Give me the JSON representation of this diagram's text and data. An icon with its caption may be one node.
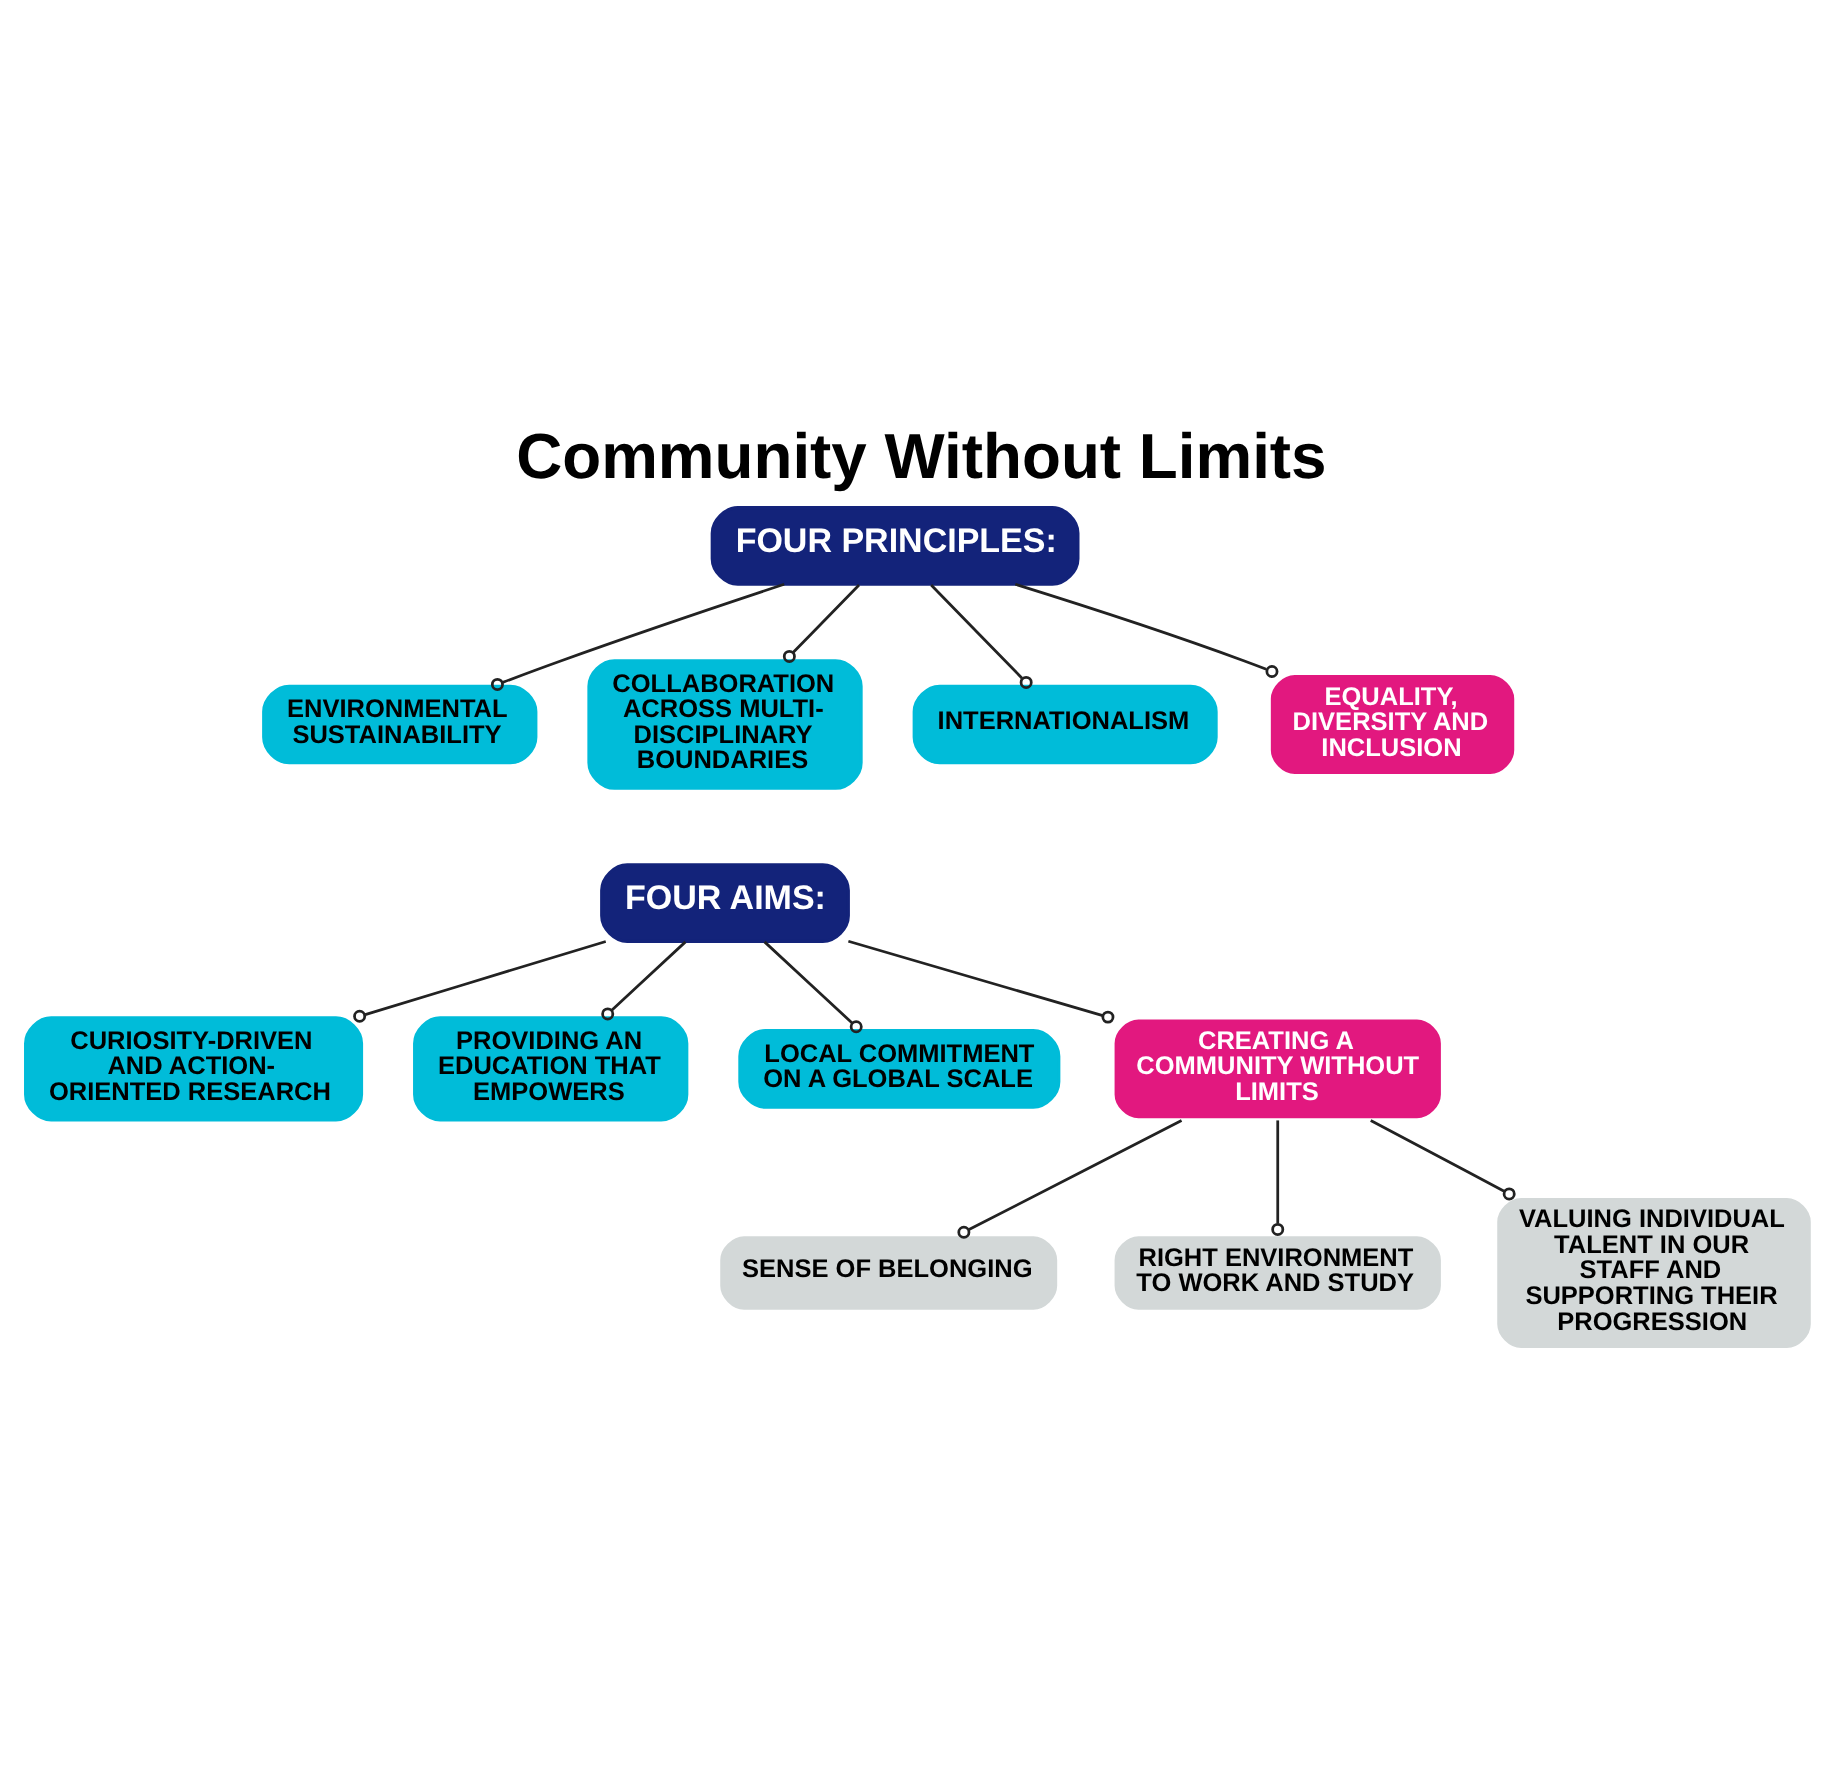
{
  "diagram": {
    "title": "Community Without Limits",
    "nodes": [
      {
        "text": [
          "FOUR PRINCIPLES:"
        ]
      },
      {
        "text": [
          "ENVIRONMENTAL SUSTAINABILITY"
        ]
      },
      {
        "text": [
          "COLLABORATION ACROSS MULTI-DISCIPLINARY BOUNDARIES"
        ]
      },
      {
        "text": [
          "INTERNATIONALISM"
        ]
      },
      {
        "text": [
          "EQUALITY, DIVERSITY AND INCLUSION"
        ]
      },
      {
        "text": [
          "FOUR AIMS:"
        ]
      },
      {
        "text": [
          "CURIOSITY-DRIVEN AND ACTION-ORIENTED RESEARCH"
        ]
      },
      {
        "text": [
          "PROVIDING AN EDUCATION THAT EMPOWERS"
        ]
      },
      {
        "text": [
          "LOCAL COMMITMENT ON A GLOBAL SCALE"
        ]
      },
      {
        "text": [
          "CREATING A COMMUNITY WITHOUT LIMITS"
        ]
      },
      {
        "text": [
          "SENSE OF BELONGING"
        ]
      },
      {
        "text": [
          "RIGHT ENVIRONMENT TO WORK AND STUDY"
        ]
      },
      {
        "text": [
          "VALUING INDIVIDUAL TALENT IN OUR STAFF AND SUPPORTING THEIR PROGRESSION"
        ]
      }
    ],
    "edges": [
      {
        "from": 0,
        "to": 1,
        "arrow": "other"
      },
      {
        "from": 0,
        "to": 2,
        "arrow": "other"
      },
      {
        "from": 0,
        "to": 3,
        "arrow": "other"
      },
      {
        "from": 0,
        "to": 4,
        "arrow": "other"
      },
      {
        "from": 5,
        "to": 6,
        "arrow": "other"
      },
      {
        "from": 5,
        "to": 7,
        "arrow": "other"
      },
      {
        "from": 5,
        "to": 8,
        "arrow": "other"
      },
      {
        "from": 5,
        "to": 9,
        "arrow": "other"
      },
      {
        "from": 9,
        "to": 10,
        "arrow": "other"
      },
      {
        "from": 9,
        "to": 11,
        "arrow": "other"
      },
      {
        "from": 9,
        "to": 12,
        "arrow": "other"
      }
    ]
  }
}
